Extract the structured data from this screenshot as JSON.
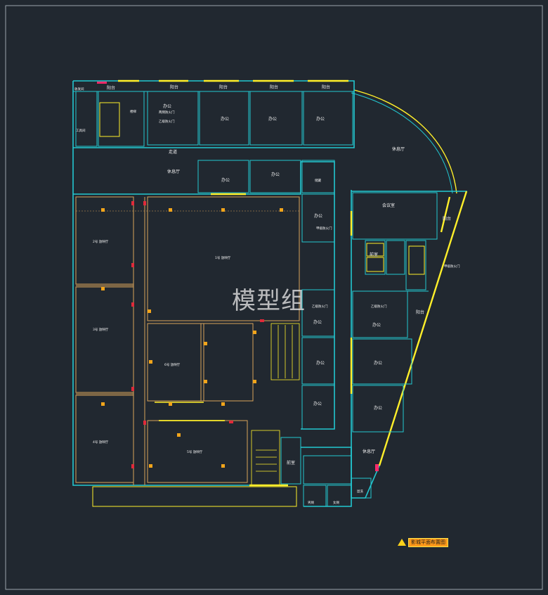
{
  "plan": {
    "colors": {
      "background": "#212830",
      "frame": "#9aa3ab",
      "wall": "#22c7d0",
      "window": "#ffef2a",
      "column": "#f2a51b",
      "partition": "#d9a35a",
      "door": "#d6d23a",
      "text": "#f2f2f2",
      "accent": "#ff2a6a"
    },
    "rooms": {
      "storage_top": "收发间",
      "balcony_1": "阳台",
      "balcony_2": "阳台",
      "balcony_3": "阳台",
      "balcony_4": "阳台",
      "balcony_5": "阳台",
      "office_1": "办公",
      "office_1_note1": "两侧防火门",
      "office_1_note2": "乙级防火门",
      "office_2": "办公",
      "office_3": "办公",
      "office_4": "办公",
      "tool_room": "工具间",
      "stair_label": "楼梯",
      "corridor": "走道",
      "rest_hall": "休息厅",
      "office_5": "办公",
      "office_6": "办公",
      "small_room": "储藏",
      "rest_hall_right": "休息厅",
      "office_7": "办公",
      "office_7_note": "甲级防火门",
      "meeting": "会议室",
      "balcony_6": "阳台",
      "front_room": "前室",
      "fire_door_note": "甲级防火门",
      "hall_2": "2号 放映厅",
      "hall_1": "1号 放映厅",
      "hall_3": "3号 放映厅",
      "hall_6": "6号 放映厅",
      "hall_4": "4号 放映厅",
      "hall_5": "5号 放映厅",
      "office_8": "办公",
      "office_8_note": "乙级防火门",
      "office_9": "办公",
      "office_9_note": "乙级防火门",
      "balcony_7": "阳台",
      "office_10": "办公",
      "office_11": "办公",
      "office_12": "办公",
      "office_13": "办公",
      "front_room_2": "前室",
      "rest_hall_bottom": "休息厅",
      "toilet_male": "男厕",
      "toilet_female": "女厕",
      "wash": "盥洗"
    },
    "watermark": "模型组",
    "legend": "影城平面布置图"
  }
}
